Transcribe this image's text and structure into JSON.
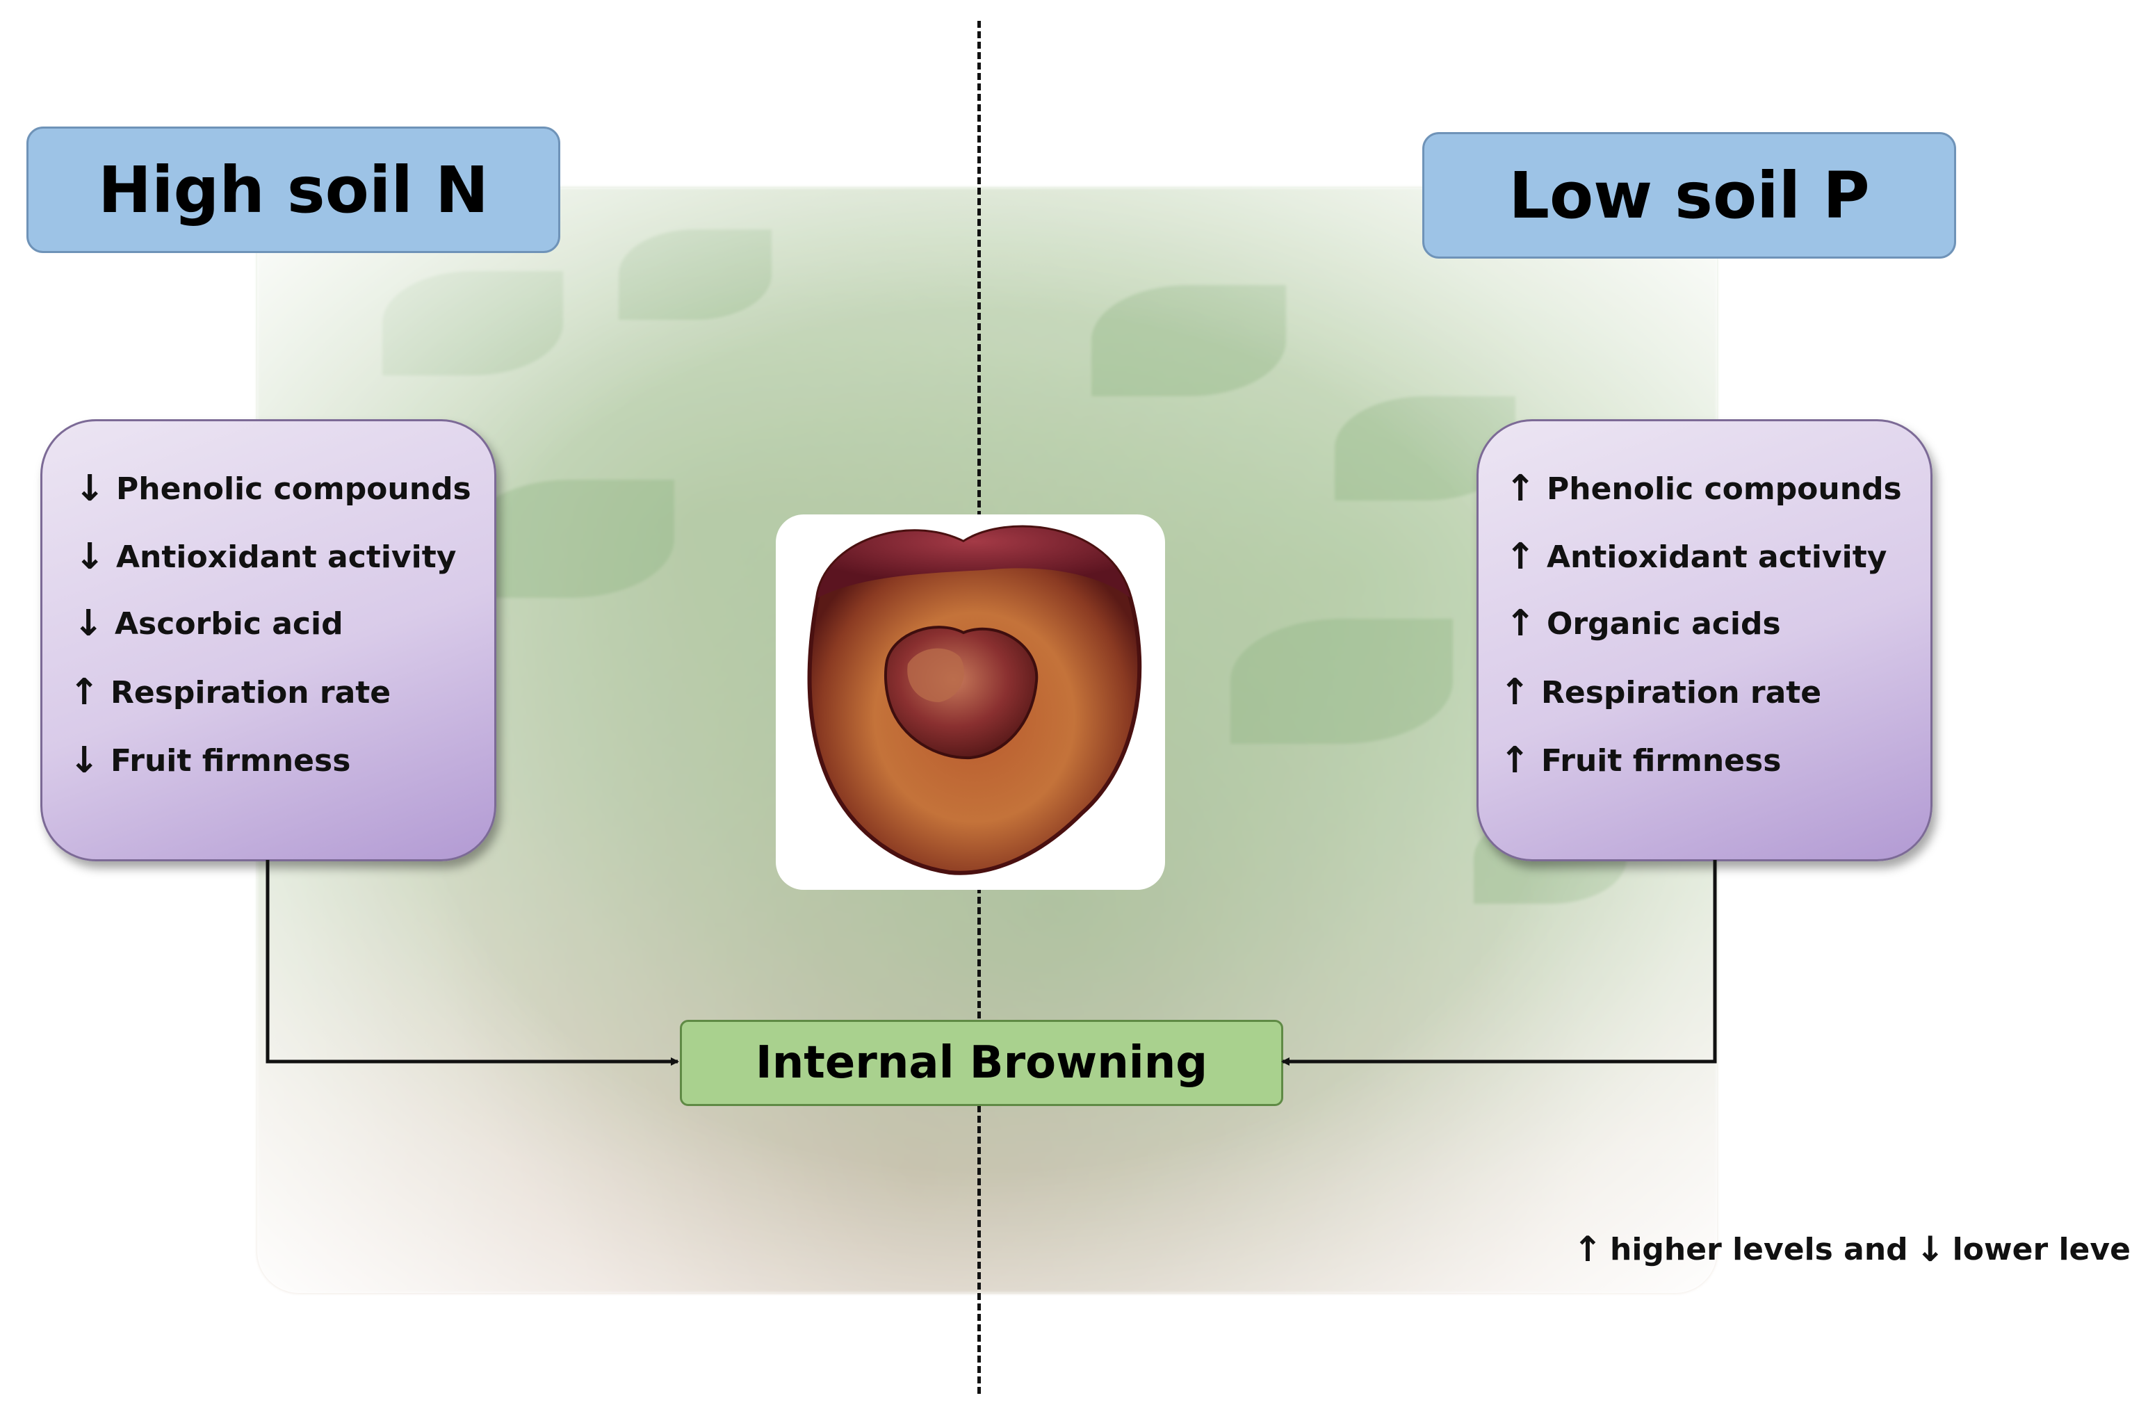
{
  "left_panel": {
    "title": "High soil N",
    "effects": [
      {
        "icon": "down-arrow-icon",
        "symbol": "↓",
        "label": "Phenolic compounds"
      },
      {
        "icon": "down-arrow-icon",
        "symbol": "↓",
        "label": "Antioxidant activity"
      },
      {
        "icon": "down-arrow-icon",
        "symbol": "↓",
        "label": "Ascorbic acid"
      },
      {
        "icon": "up-arrow-icon",
        "symbol": "↑",
        "label": "Respiration rate"
      },
      {
        "icon": "down-arrow-icon",
        "symbol": "↓",
        "label": "Fruit firmness"
      }
    ]
  },
  "right_panel": {
    "title": "Low soil P",
    "effects": [
      {
        "icon": "up-arrow-icon",
        "symbol": "↑",
        "label": "Phenolic compounds"
      },
      {
        "icon": "up-arrow-icon",
        "symbol": "↑",
        "label": "Antioxidant activity"
      },
      {
        "icon": "up-arrow-icon",
        "symbol": "↑",
        "label": "Organic acids"
      },
      {
        "icon": "up-arrow-icon",
        "symbol": "↑",
        "label": "Respiration rate"
      },
      {
        "icon": "up-arrow-icon",
        "symbol": "↑",
        "label": "Fruit firmness"
      }
    ]
  },
  "outcome": {
    "label": "Internal Browning"
  },
  "legend": {
    "up_symbol": "↑",
    "up_text": "higher levels and",
    "down_symbol": "↓",
    "down_text": "lower levels"
  },
  "colors": {
    "title_box": "#9dc3e6",
    "effect_box": "#d9cbe9",
    "outcome_box": "#a9d18e",
    "connector": "#111111"
  },
  "images": {
    "background": "orchard-trees-photo",
    "center": "cherry-fruit-cross-section"
  }
}
